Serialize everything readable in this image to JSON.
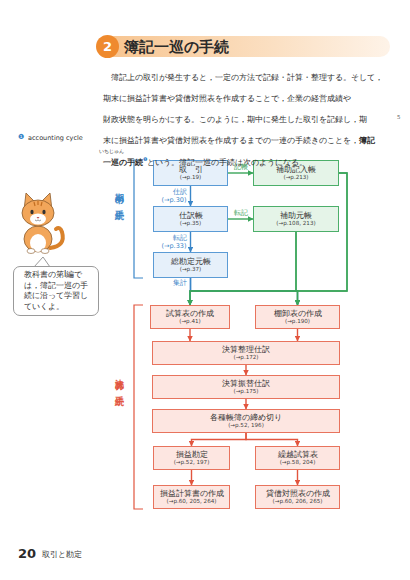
{
  "diagram": {
    "title": "簿記一巡の手続",
    "nodes": [
      {
        "text": [
          "2"
        ]
      },
      {
        "text": [
          "取　引",
          "(→p.19)"
        ]
      },
      {
        "text": [
          "補助記入帳",
          "(→p.213)"
        ]
      },
      {
        "text": [
          "仕訳帳",
          "(→p.35)"
        ]
      },
      {
        "text": [
          "補助元帳",
          "(→p.108, 213)"
        ]
      },
      {
        "text": [
          "総勘定元帳",
          "(→p.37)"
        ]
      },
      {
        "text": [
          "試算表の作成",
          "(→p.41)"
        ]
      },
      {
        "text": [
          "棚卸表の作成",
          "(→p.190)"
        ]
      },
      {
        "text": [
          "決算整理仕訳",
          "(→p.172)"
        ]
      },
      {
        "text": [
          "決算振替仕訳",
          "(→p.175)"
        ]
      },
      {
        "text": [
          "各種帳簿の締め切り",
          "(→p.52, 196)"
        ]
      },
      {
        "text": [
          "損益勘定",
          "(→p.52, 197)"
        ]
      },
      {
        "text": [
          "繰越試算表",
          "(→p.58, 204)"
        ]
      },
      {
        "text": [
          "損益計算書の作成",
          "(→p.60, 205, 264)"
        ]
      },
      {
        "text": [
          "貸借対照表の作成",
          "(→p.60, 206, 265)"
        ]
      },
      {
        "text": [
          "教科書の第Ⅰ編では，簿記一巡の手続に沿って学習していくよ。"
        ]
      }
    ],
    "edges": [
      {
        "from": 1,
        "to": 2,
        "arrow": "to",
        "label": "記帳"
      },
      {
        "from": 1,
        "to": 3,
        "arrow": "to",
        "label": "仕訳 (→p.30)"
      },
      {
        "from": 3,
        "to": 4,
        "arrow": "to",
        "label": "転記"
      },
      {
        "from": 3,
        "to": 5,
        "arrow": "to",
        "label": "転記 (→p.33)"
      },
      {
        "from": 5,
        "to": 6,
        "arrow": "to",
        "label": "集計"
      },
      {
        "from": 5,
        "to": 7,
        "arrow": "to"
      },
      {
        "from": 4,
        "to": 6,
        "arrow": "to"
      },
      {
        "from": 4,
        "to": 7,
        "arrow": "to"
      },
      {
        "from": 2,
        "to": 6,
        "arrow": "to"
      },
      {
        "from": 2,
        "to": 7,
        "arrow": "to"
      },
      {
        "from": 6,
        "to": 8,
        "arrow": "to"
      },
      {
        "from": 7,
        "to": 8,
        "arrow": "to"
      },
      {
        "from": 8,
        "to": 9,
        "arrow": "to"
      },
      {
        "from": 9,
        "to": 10,
        "arrow": "to"
      },
      {
        "from": 10,
        "to": 11,
        "arrow": "to"
      },
      {
        "from": 10,
        "to": 12,
        "arrow": "to"
      },
      {
        "from": 11,
        "to": 13,
        "arrow": "to"
      },
      {
        "from": 12,
        "to": 14,
        "arrow": "to"
      }
    ],
    "labels": [
      "期中の手続",
      "決算の手続",
      "簿記上の取引が発生すると，一定の方法で記録・計算・整理する。そして，",
      "期末に損益計算書や貸借対照表を作成することで，企業の経営成績や",
      "財政状態を明らかにする。このように，期中に発生した取引を記録し，期",
      "末に損益計算書や貸借対照表を作成するまでの一連の手続きのことを，",
      "簿記",
      "一巡の手続",
      "❶",
      "という。簿記一巡の手続は次のようになる。",
      "いちじゅん",
      "❶",
      "accounting cycle",
      "5",
      "20",
      "取引と勘定"
    ]
  }
}
